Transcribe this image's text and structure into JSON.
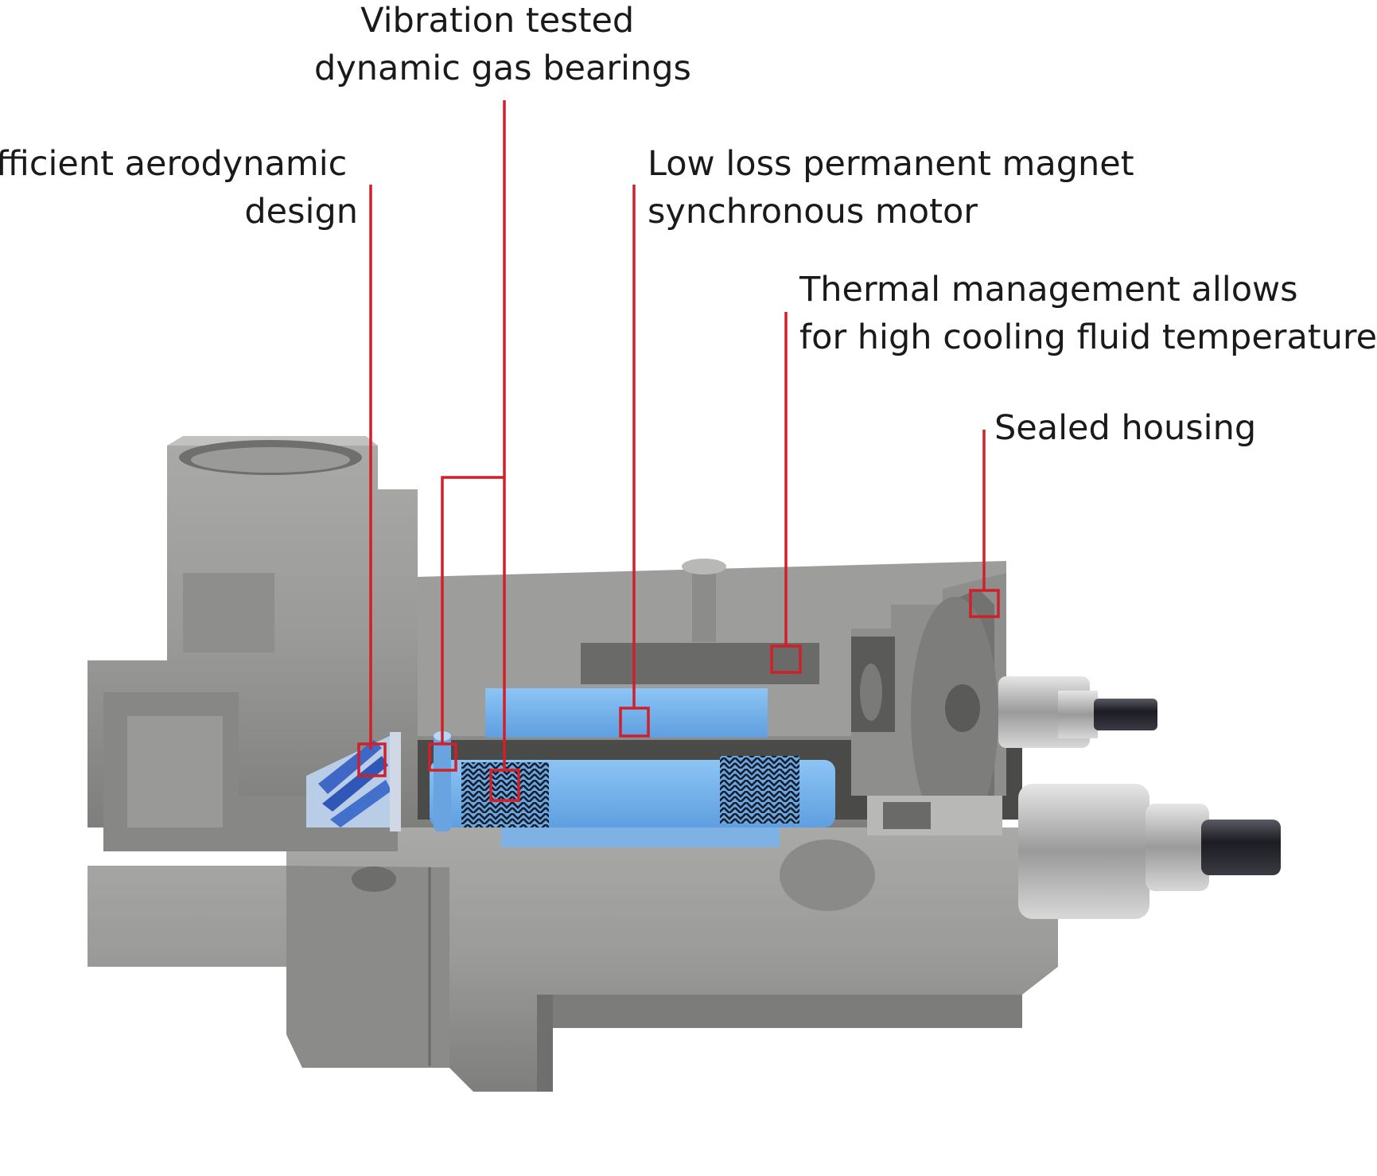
{
  "callouts": [
    {
      "id": "aero",
      "lines": [
        "Efficient aerodynamic",
        "design"
      ]
    },
    {
      "id": "bearings",
      "lines": [
        "Vibration tested",
        "dynamic gas bearings"
      ]
    },
    {
      "id": "motor",
      "lines": [
        "Low loss permanent magnet",
        "synchronous motor"
      ]
    },
    {
      "id": "thermal",
      "lines": [
        "Thermal management allows",
        "for high cooling fluid temperatures"
      ]
    },
    {
      "id": "sealed",
      "lines": [
        "Sealed housing"
      ]
    }
  ],
  "colors": {
    "leader": "#d0202a",
    "housing": "#9c9c9a",
    "housing_dark": "#6d6d6b",
    "housing_light": "#b9b9b7",
    "component_blue": "#7fb7ec",
    "component_blue_dark": "#3f7fc4"
  }
}
